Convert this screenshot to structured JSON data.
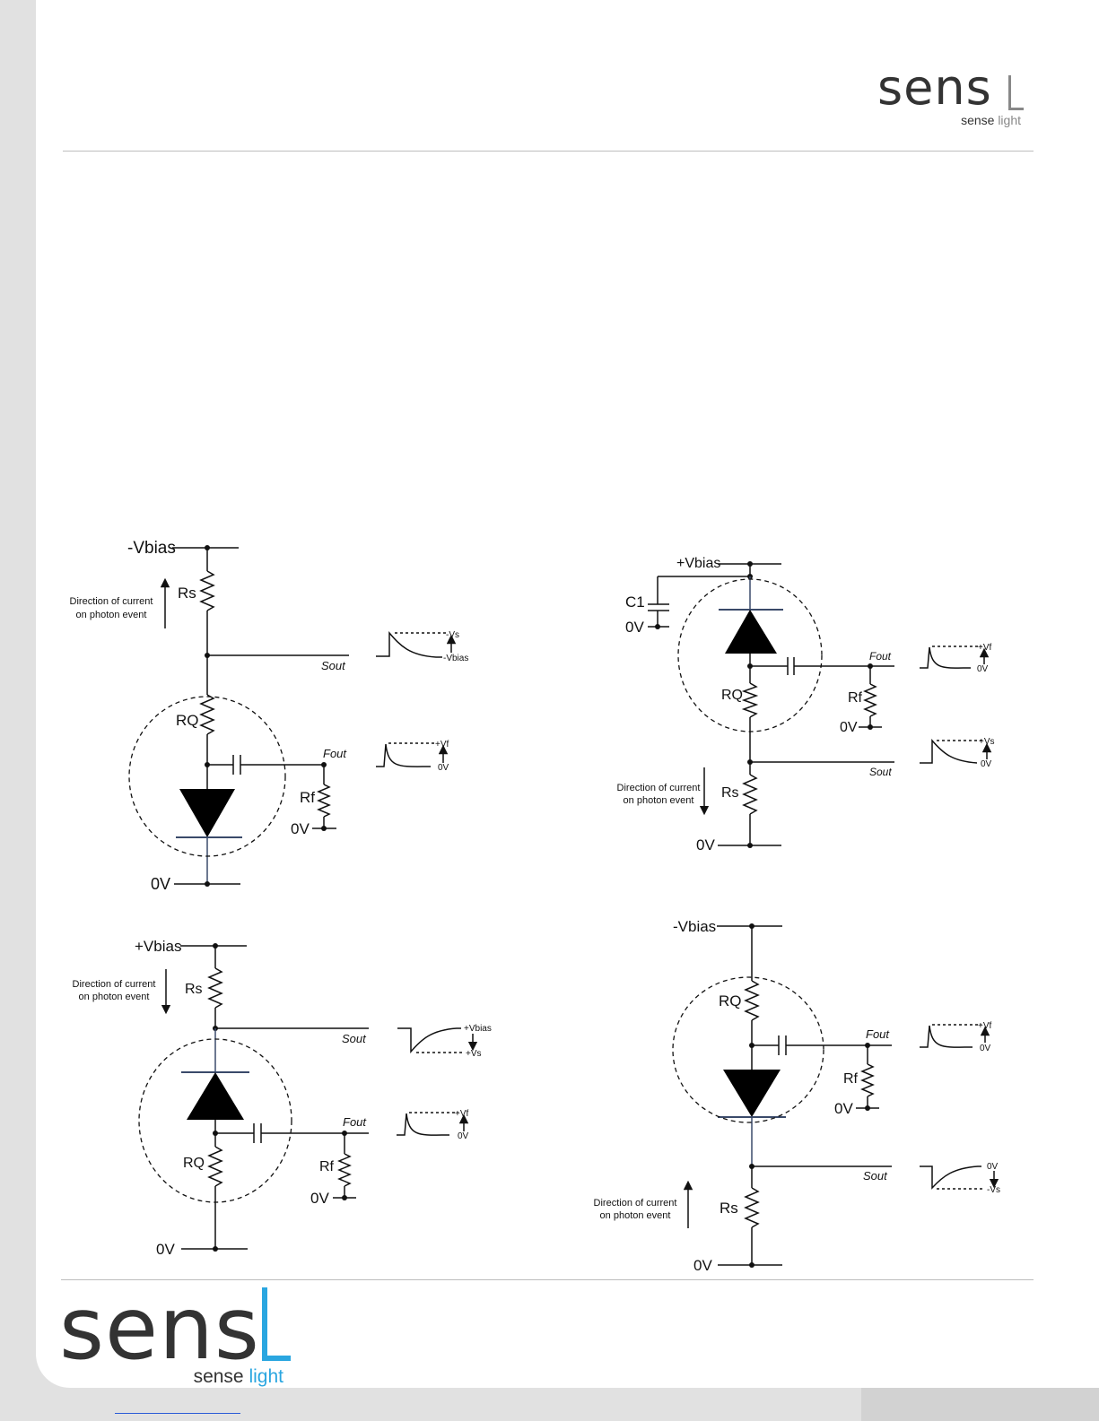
{
  "logo": {
    "word": "sens",
    "tag_part1": "sense",
    "tag_part2": "light"
  },
  "circuits": [
    {
      "supply": "-Vbias",
      "rs": "Rs",
      "rq": "RQ",
      "rf": "Rf",
      "sout": "Sout",
      "fout": "Fout",
      "ground": "0V",
      "rf_ground": "0V",
      "direction_line1": "Direction of current",
      "direction_line2": "on photon event",
      "sout_wave_top": "-Vs",
      "sout_wave_bottom": "-Vbias",
      "fout_wave_top": "+Vf",
      "fout_wave_bottom": "0V"
    },
    {
      "supply": "+Vbias",
      "cap": "C1",
      "cap_ground": "0V",
      "rs": "Rs",
      "rq": "RQ",
      "rf": "Rf",
      "sout": "Sout",
      "fout": "Fout",
      "ground": "0V",
      "rf_ground": "0V",
      "direction_line1": "Direction of current",
      "direction_line2": "on photon event",
      "sout_wave_top": "+Vs",
      "sout_wave_bottom": "0V",
      "fout_wave_top": "+Vf",
      "fout_wave_bottom": "0V"
    },
    {
      "supply": "+Vbias",
      "rs": "Rs",
      "rq": "RQ",
      "rf": "Rf",
      "sout": "Sout",
      "fout": "Fout",
      "ground": "0V",
      "rf_ground": "0V",
      "direction_line1": "Direction of current",
      "direction_line2": "on photon event",
      "sout_wave_top": "+Vbias",
      "sout_wave_bottom": "+Vs",
      "fout_wave_top": "+Vf",
      "fout_wave_bottom": "0V"
    },
    {
      "supply": "-Vbias",
      "rs": "Rs",
      "rq": "RQ",
      "rf": "Rf",
      "sout": "Sout",
      "fout": "Fout",
      "ground": "0V",
      "rf_ground": "0V",
      "direction_line1": "Direction of current",
      "direction_line2": "on photon event",
      "sout_wave_top": "0V",
      "sout_wave_bottom": "-Vs",
      "fout_wave_top": "+Vf",
      "fout_wave_bottom": "0V"
    }
  ]
}
